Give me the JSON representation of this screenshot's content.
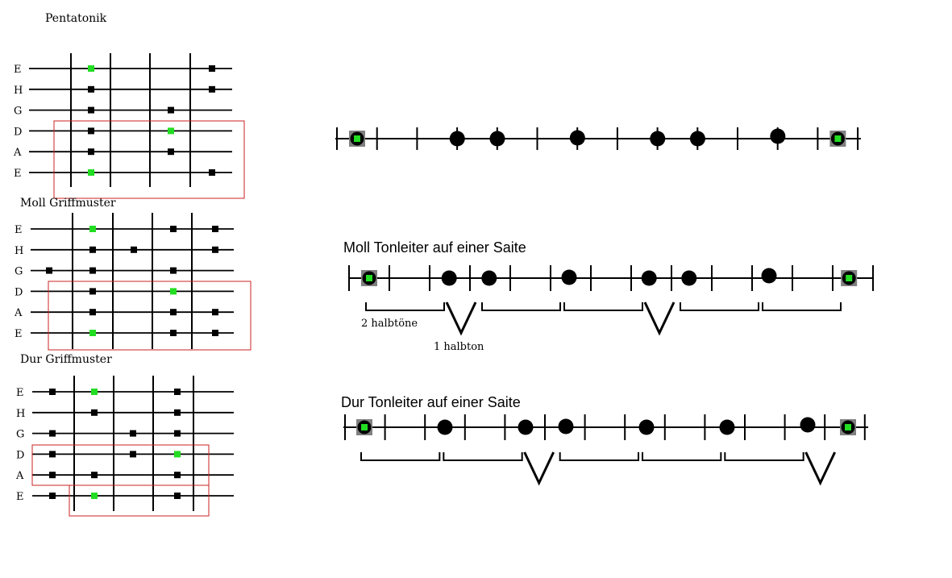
{
  "colors": {
    "line": "#000000",
    "dot": "#000000",
    "root": "#22dd22",
    "root_box": "#808080",
    "highlight_box": "#cc2222",
    "background": "#ffffff"
  },
  "string_names": [
    "E",
    "H",
    "G",
    "D",
    "A",
    "E"
  ],
  "fretboards": [
    {
      "title": "Pentatonik",
      "dots": [
        {
          "string": 1,
          "fret": 1,
          "root": true
        },
        {
          "string": 1,
          "fret": 4,
          "root": false
        },
        {
          "string": 2,
          "fret": 1,
          "root": false
        },
        {
          "string": 2,
          "fret": 4,
          "root": false
        },
        {
          "string": 3,
          "fret": 1,
          "root": false
        },
        {
          "string": 3,
          "fret": 3,
          "root": false
        },
        {
          "string": 4,
          "fret": 1,
          "root": false
        },
        {
          "string": 4,
          "fret": 3,
          "root": true
        },
        {
          "string": 5,
          "fret": 1,
          "root": false
        },
        {
          "string": 5,
          "fret": 3,
          "root": false
        },
        {
          "string": 6,
          "fret": 1,
          "root": true
        },
        {
          "string": 6,
          "fret": 4,
          "root": false
        }
      ]
    },
    {
      "title": "Moll Griffmuster",
      "dots": [
        {
          "string": 1,
          "fret": 1,
          "root": true
        },
        {
          "string": 1,
          "fret": 3,
          "root": false
        },
        {
          "string": 1,
          "fret": 4,
          "root": false
        },
        {
          "string": 2,
          "fret": 1,
          "root": false
        },
        {
          "string": 2,
          "fret": 2,
          "root": false
        },
        {
          "string": 2,
          "fret": 4,
          "root": false
        },
        {
          "string": 3,
          "fret": 0,
          "root": false
        },
        {
          "string": 3,
          "fret": 1,
          "root": false
        },
        {
          "string": 3,
          "fret": 3,
          "root": false
        },
        {
          "string": 4,
          "fret": 1,
          "root": false
        },
        {
          "string": 4,
          "fret": 3,
          "root": true
        },
        {
          "string": 5,
          "fret": 1,
          "root": false
        },
        {
          "string": 5,
          "fret": 3,
          "root": false
        },
        {
          "string": 5,
          "fret": 4,
          "root": false
        },
        {
          "string": 6,
          "fret": 1,
          "root": true
        },
        {
          "string": 6,
          "fret": 3,
          "root": false
        },
        {
          "string": 6,
          "fret": 4,
          "root": false
        }
      ]
    },
    {
      "title": "Dur Griffmuster",
      "dots": [
        {
          "string": 1,
          "fret": 0,
          "root": false
        },
        {
          "string": 1,
          "fret": 1,
          "root": true
        },
        {
          "string": 1,
          "fret": 3,
          "root": false
        },
        {
          "string": 2,
          "fret": 1,
          "root": false
        },
        {
          "string": 2,
          "fret": 3,
          "root": false
        },
        {
          "string": 3,
          "fret": 0,
          "root": false
        },
        {
          "string": 3,
          "fret": 2,
          "root": false
        },
        {
          "string": 3,
          "fret": 3,
          "root": false
        },
        {
          "string": 4,
          "fret": 0,
          "root": false
        },
        {
          "string": 4,
          "fret": 2,
          "root": false
        },
        {
          "string": 4,
          "fret": 3,
          "root": true
        },
        {
          "string": 5,
          "fret": 0,
          "root": false
        },
        {
          "string": 5,
          "fret": 1,
          "root": false
        },
        {
          "string": 5,
          "fret": 3,
          "root": false
        },
        {
          "string": 6,
          "fret": 0,
          "root": false
        },
        {
          "string": 6,
          "fret": 1,
          "root": true
        },
        {
          "string": 6,
          "fret": 3,
          "root": false
        }
      ]
    }
  ],
  "scales": [
    {
      "title": "",
      "notes": [
        {
          "fret": 0,
          "root": true
        },
        {
          "fret": 2.5,
          "root": false
        },
        {
          "fret": 3.5,
          "root": false
        },
        {
          "fret": 5.5,
          "root": false
        },
        {
          "fret": 7.5,
          "root": false
        },
        {
          "fret": 8.5,
          "root": false
        },
        {
          "fret": 10.5,
          "root": false
        },
        {
          "fret": 12,
          "root": true
        }
      ],
      "steps": []
    },
    {
      "title": "Moll Tonleiter auf einer Saite",
      "notes": [
        {
          "fret": 0,
          "root": true
        },
        {
          "fret": 2,
          "root": false
        },
        {
          "fret": 3,
          "root": false
        },
        {
          "fret": 5,
          "root": false
        },
        {
          "fret": 7,
          "root": false
        },
        {
          "fret": 8,
          "root": false
        },
        {
          "fret": 10,
          "root": false
        },
        {
          "fret": 12,
          "root": true
        }
      ],
      "steps": [
        "whole",
        "half",
        "whole",
        "whole",
        "half",
        "whole",
        "whole"
      ],
      "whole_step_label": "2 halbtöne",
      "half_step_label": "1 halbton"
    },
    {
      "title": "Dur Tonleiter auf einer Saite",
      "notes": [
        {
          "fret": 0,
          "root": true
        },
        {
          "fret": 2,
          "root": false
        },
        {
          "fret": 4,
          "root": false
        },
        {
          "fret": 5,
          "root": false
        },
        {
          "fret": 7,
          "root": false
        },
        {
          "fret": 9,
          "root": false
        },
        {
          "fret": 11,
          "root": false
        },
        {
          "fret": 12,
          "root": true
        }
      ],
      "steps": [
        "whole",
        "whole",
        "half",
        "whole",
        "whole",
        "whole",
        "half"
      ]
    }
  ]
}
